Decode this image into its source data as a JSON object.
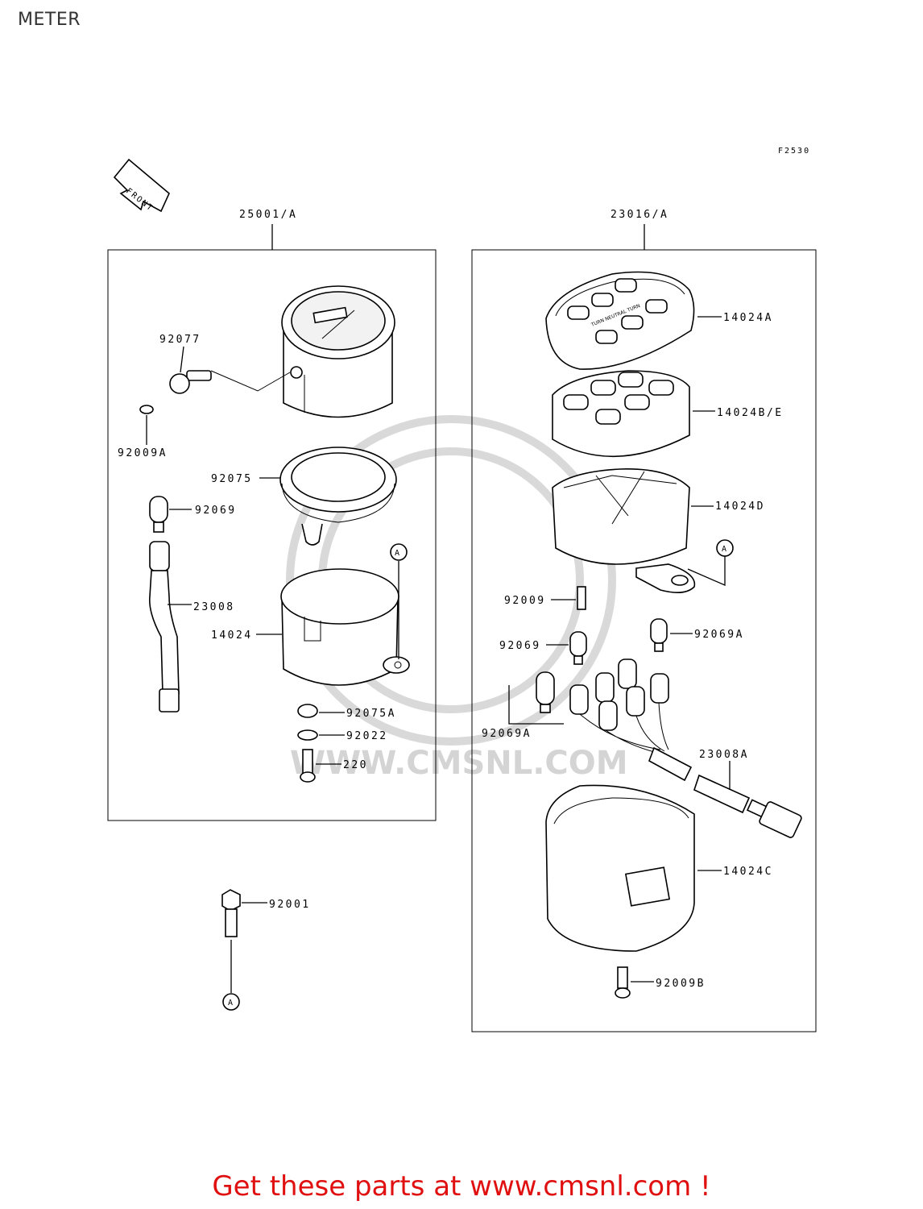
{
  "page": {
    "title": "METER"
  },
  "diagram": {
    "figure_code": "F2530",
    "front_label": "FRONT",
    "watermark_text": "WWW.CMSNL.COM",
    "indicator_text": "TURN NEUTRAL TURN",
    "groups": [
      {
        "label": "25001/A"
      },
      {
        "label": "23016/A"
      }
    ],
    "callouts": [
      {
        "label": "92077"
      },
      {
        "label": "92009A"
      },
      {
        "label": "92075"
      },
      {
        "label": "92069"
      },
      {
        "label": "23008"
      },
      {
        "label": "14024"
      },
      {
        "label": "92075A"
      },
      {
        "label": "92022"
      },
      {
        "label": "220"
      },
      {
        "label": "92001"
      },
      {
        "label": "14024A"
      },
      {
        "label": "14024B/E"
      },
      {
        "label": "14024D"
      },
      {
        "label": "92009"
      },
      {
        "label": "92069"
      },
      {
        "label": "92069A"
      },
      {
        "label": "92069A"
      },
      {
        "label": "23008A"
      },
      {
        "label": "14024C"
      },
      {
        "label": "92009B"
      }
    ],
    "refs": [
      "A",
      "A",
      "A"
    ]
  },
  "footer": {
    "text": "Get these parts at www.cmsnl.com !",
    "color": "#e01010"
  }
}
